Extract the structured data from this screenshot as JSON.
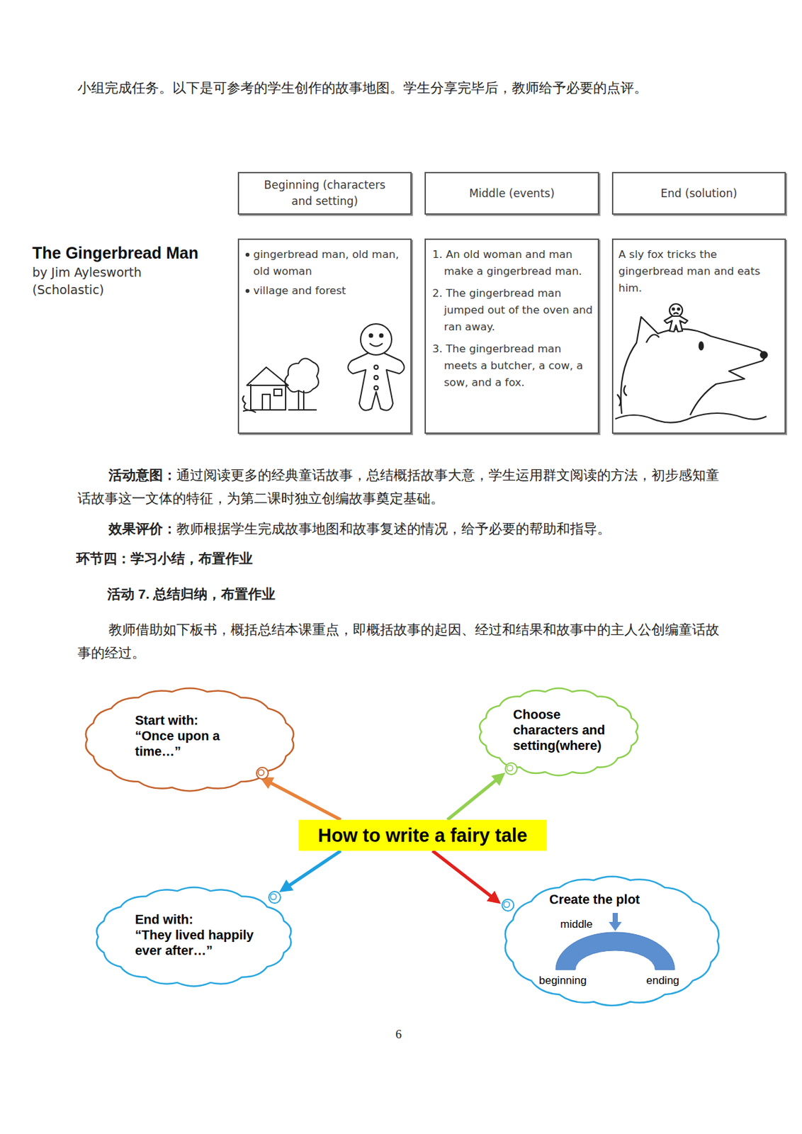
{
  "diagram": {
    "nodes": [
      {
        "text": [
          "Beginning (characters and setting)"
        ]
      },
      {
        "text": [
          "Middle (events)"
        ]
      },
      {
        "text": [
          "End (solution)"
        ]
      },
      {
        "text": [
          "gingerbread man, old man, old woman",
          "village and forest"
        ]
      },
      {
        "text": [
          "1. An old woman and man make a gingerbread man.",
          "2. The gingerbread man jumped out of the oven and ran away.",
          "3. The gingerbread man meets a butcher, a cow, a sow, and a fox."
        ]
      },
      {
        "text": [
          "A sly fox tricks the gingerbread man and eats him."
        ]
      },
      {
        "text": [
          "Start with:",
          "“Once upon a time…”"
        ]
      },
      {
        "text": [
          "Choose characters and setting(where)"
        ]
      },
      {
        "text": [
          "How to write a fairy tale"
        ]
      },
      {
        "text": [
          "End with:",
          "“They lived happily ever after…”"
        ]
      },
      {
        "text": [
          "Create the plot",
          "middle",
          "beginning",
          "ending"
        ]
      }
    ],
    "edges": [
      {
        "from": 8,
        "to": 6,
        "arrow": "to"
      },
      {
        "from": 8,
        "to": 7,
        "arrow": "to"
      },
      {
        "from": 8,
        "to": 9,
        "arrow": "to"
      },
      {
        "from": 8,
        "to": 10,
        "arrow": "to"
      }
    ],
    "labels": [
      "小组完成任务。以下是可参考的学生创作的故事地图。学生分享完毕后，教师给予必要的点评。",
      "The Gingerbread Man",
      "by Jim Aylesworth (Scholastic)",
      "活动意图：",
      "通过阅读更多的经典童话故事，总结概括故事大意，学生运用群文阅读的方法，初步感知童话故事这一文体的特征，为第二课时独立创编故事奠定基础。",
      "效果评价：",
      "教师根据学生完成故事地图和故事复述的情况，给予必要的帮助和指导。",
      "环节四：学习小结，布置作业",
      "活动 7. 总结归纳，布置作业",
      "教师借助如下板书，概括总结本课重点，即概括故事的起因、经过和结果和故事中的主人公创编童话故事的经过。",
      "6"
    ]
  }
}
